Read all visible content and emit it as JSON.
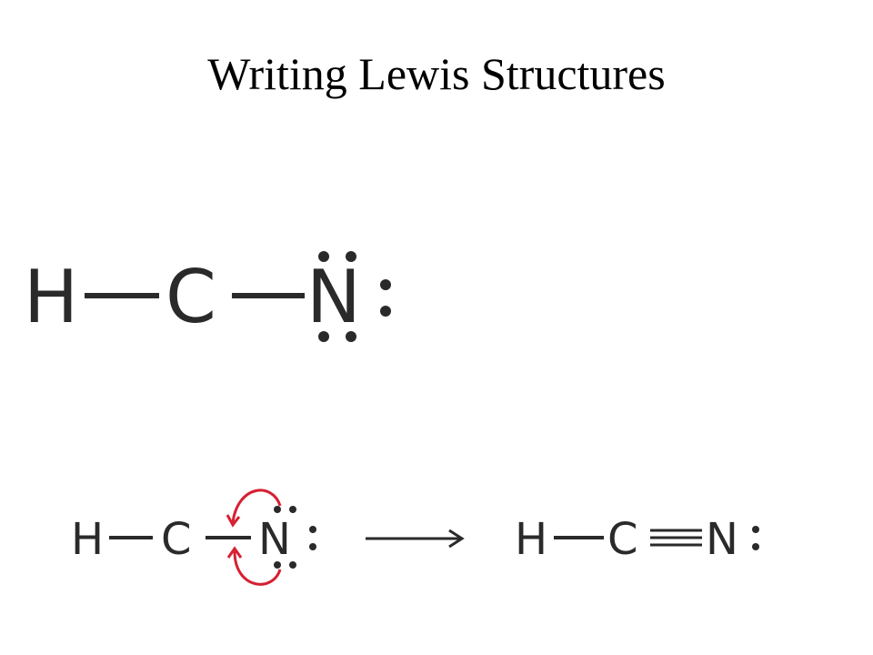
{
  "slide": {
    "title": "Writing Lewis Structures"
  },
  "structure_1": {
    "atoms": [
      "H",
      "C",
      "N"
    ]
  },
  "structure_2": {
    "atoms": [
      "H",
      "C",
      "N"
    ]
  },
  "structure_3": {
    "atoms": [
      "H",
      "C",
      "N"
    ]
  },
  "colors": {
    "ink": "#2a2a2a",
    "arrow_curved": "#d62032"
  }
}
